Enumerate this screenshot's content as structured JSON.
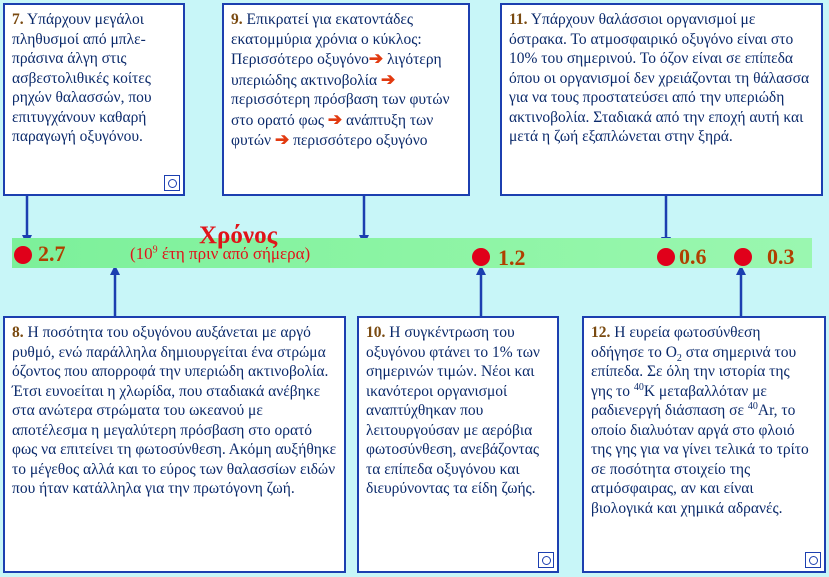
{
  "boxes": {
    "b7": {
      "num": "7.",
      "text": "Υπάρχουν μεγάλοι πληθυσμοί από μπλε-πράσινα άλγη στις ασβεστολιθικές κοίτες ρηχών θαλασσών, που επιτυγχάνουν καθαρή παραγωγή οξυγόνου."
    },
    "b9": {
      "num": "9.",
      "p1": "Επικρατεί για εκατοντάδες εκατομμύρια χρόνια ο κύκλος: Περισσότερο οξυγόνο",
      "p2": "λιγότερη υπεριώδης ακτινοβολία",
      "p3": "περισσότερη πρόσβαση των φυτών στο ορατό φως",
      "p4": "ανάπτυξη των φυτών",
      "p5": "περισσότερο οξυγόνο"
    },
    "b11": {
      "num": "11.",
      "text": "Υπάρχουν θαλάσσιοι οργανισμοί με όστρακα. Το ατμοσφαιρικό οξυγόνο είναι στο 10% του σημερινού. Το όζον είναι σε επίπεδα όπου οι οργανισμοί δεν χρειάζονται τη θάλασσα για να τους προστατεύσει από την υπεριώδη ακτινοβολία. Σταδιακά από την εποχή αυτή και μετά η ζωή εξαπλώνεται στην ξηρά."
    },
    "b8": {
      "num": "8.",
      "text": "Η ποσότητα του οξυγόνου αυξάνεται με αργό ρυθμό, ενώ παράλληλα δημιουργείται ένα στρώμα όζοντος που απορροφά την υπεριώδη ακτινοβολία. Έτσι ευνοείται η χλωρίδα, που σταδιακά ανέβηκε στα ανώτερα στρώματα του ωκεανού με αποτέλεσμα η μεγαλύτερη πρόσβαση στο ορατό φως να επιτείνει τη φωτοσύνθεση. Ακόμη αυξήθηκε το μέγεθος αλλά και το εύρος των θαλασσίων ειδών που ήταν κατάλληλα για την πρωτόγονη ζωή."
    },
    "b10": {
      "num": "10.",
      "text": "Η συγκέντρωση του οξυγόνου φτάνει το 1% των σημερινών τιμών. Νέοι και ικανότεροι οργανισμοί αναπτύχθηκαν που λειτουργούσαν με αερόβια φωτοσύνθεση, ανεβάζοντας τα επίπεδα οξυγόνου και διευρύνοντας τα είδη ζωής."
    },
    "b12": {
      "num": "12.",
      "t1": "Η ευρεία φωτοσύνθεση οδήγησε το O",
      "t1sub": "2",
      "t2": " στα σημερινά του επίπεδα. Σε όλη την ιστορία της γης το ",
      "k_sup": "40",
      "t3": "K μεταβαλλόταν με ραδιενεργή διάσπαση σε ",
      "ar_sup": "40",
      "t4": "Ar, το οποίο διαλυόταν αργά στο φλοιό της γης για να γίνει τελικά το τρίτο σε ποσότητα στοιχείο της ατμόσφαιρας, αν και είναι βιολογικά και χημικά αδρανές."
    }
  },
  "timeline": {
    "title": "Χρόνος",
    "unit_prefix": "(10",
    "unit_sup": "9",
    "unit_suffix": " έτη πριν από σήμερα)",
    "labels": {
      "t27": "2.7",
      "t12": "1.2",
      "t06": "0.6",
      "t03": "0.3"
    }
  },
  "colors": {
    "background": "#c8f6f8",
    "border": "#1c3fb0",
    "dot": "#e0001a",
    "title": "#e0141a",
    "arrow": "#e23a10"
  }
}
